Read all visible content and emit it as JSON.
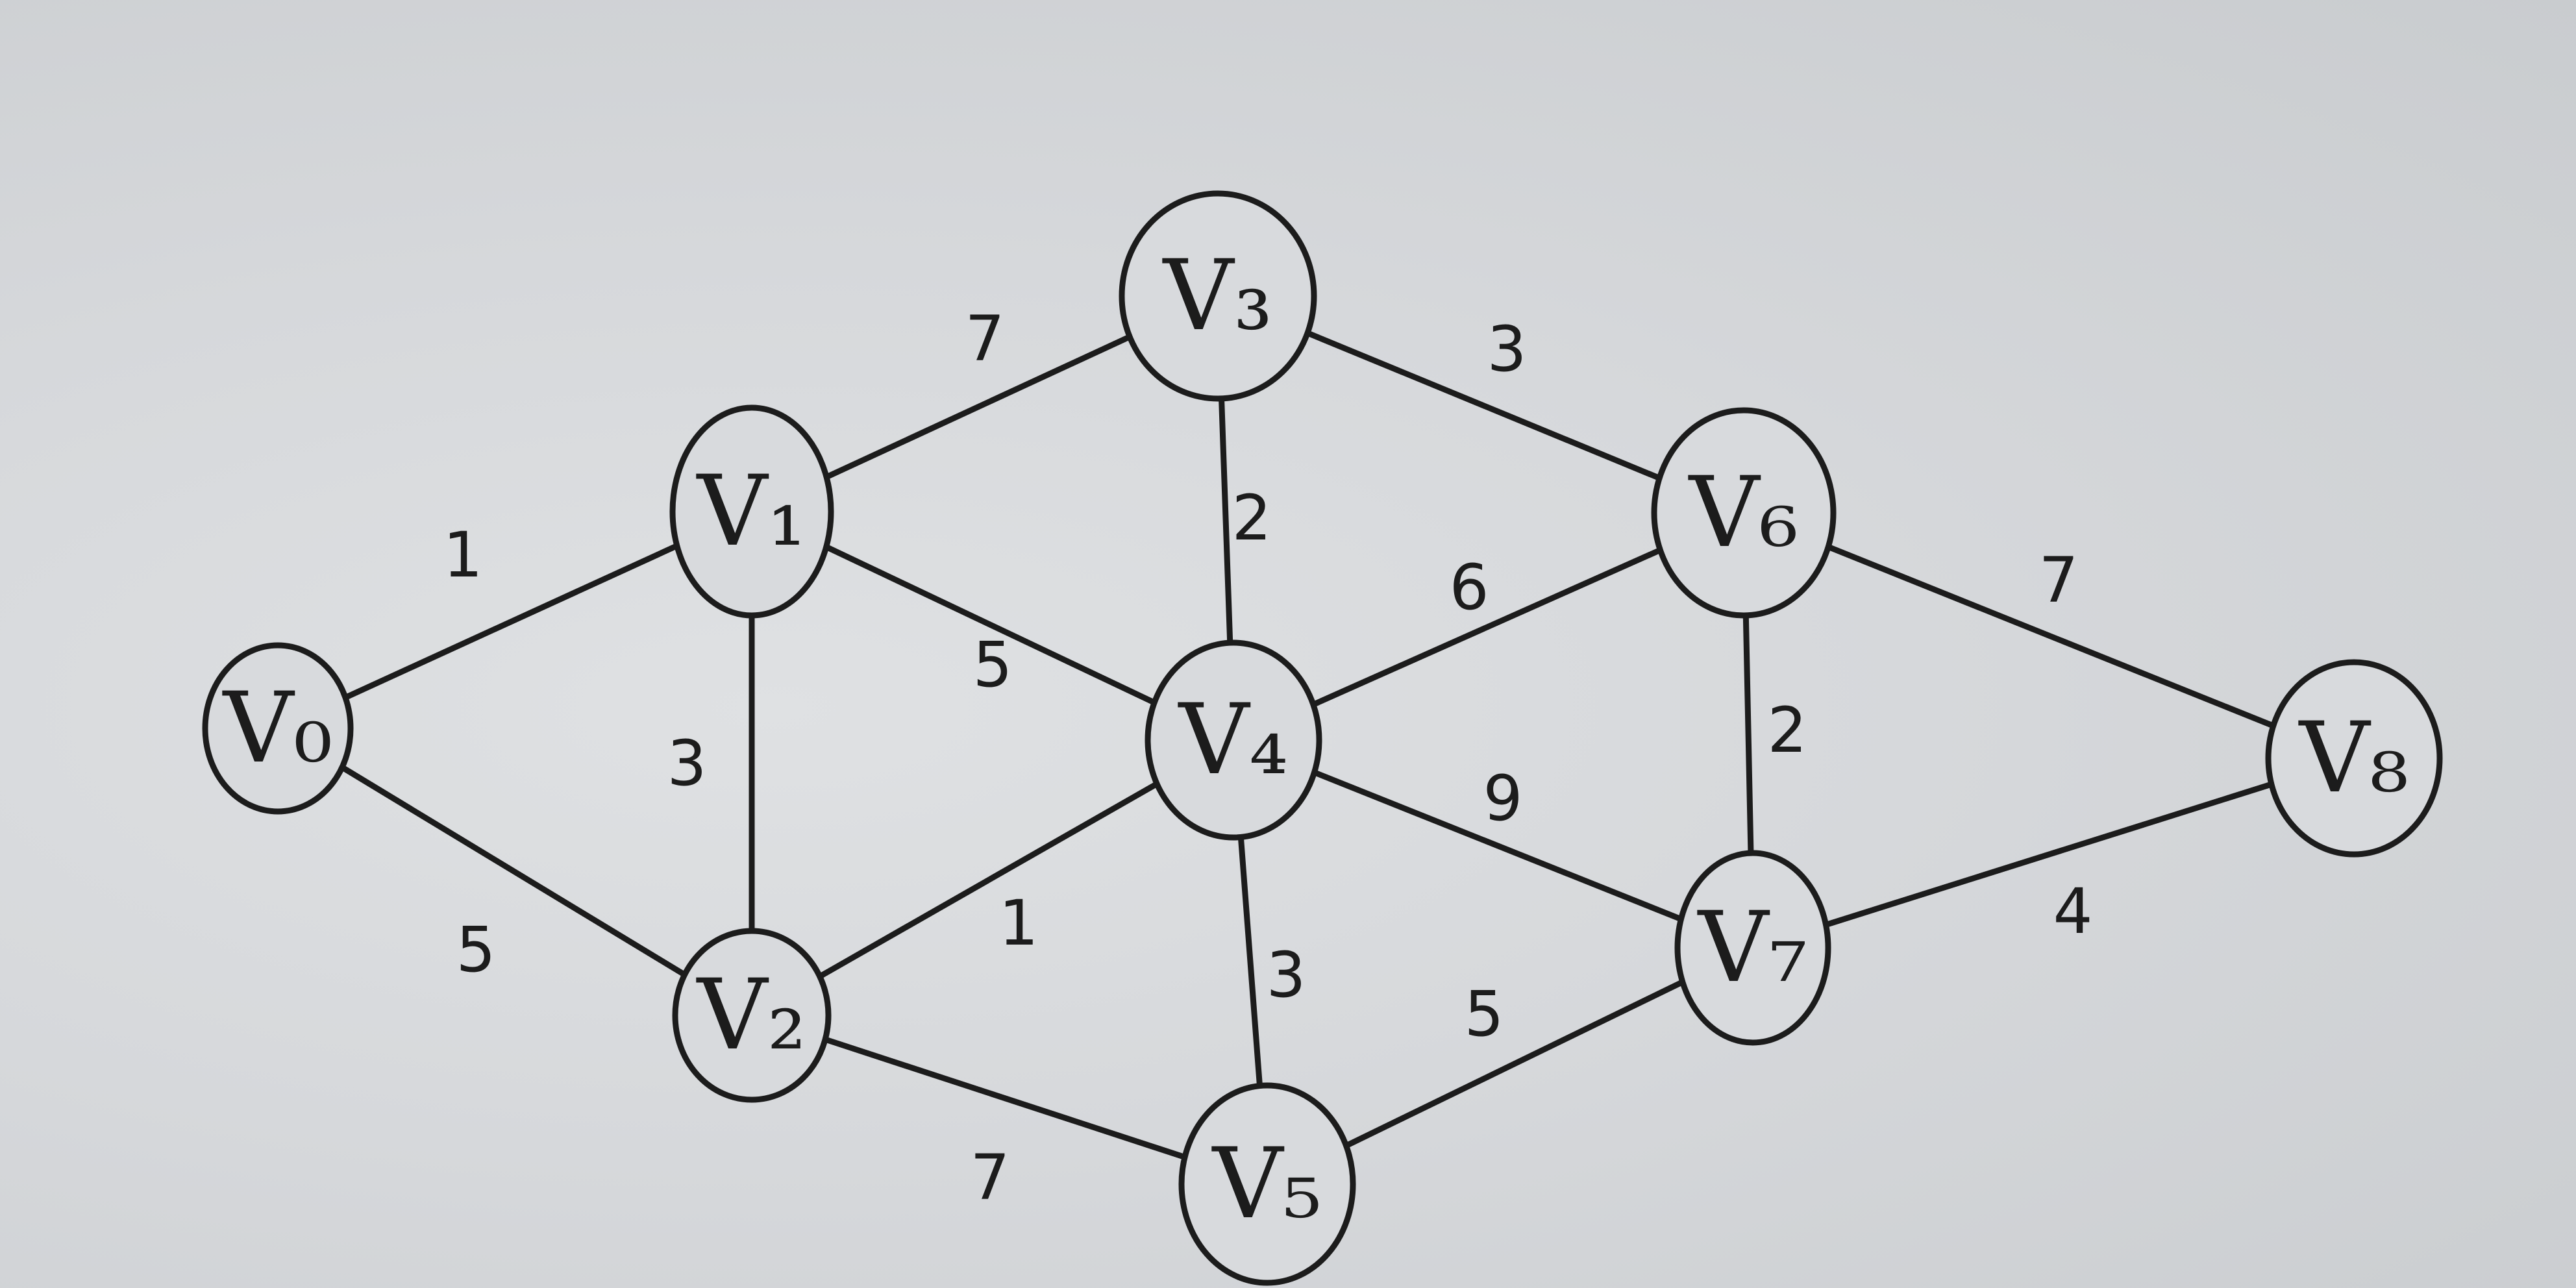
{
  "graph": {
    "nodes": [
      {
        "id": "V0",
        "label": "V₀"
      },
      {
        "id": "V1",
        "label": "V₁"
      },
      {
        "id": "V2",
        "label": "V₂"
      },
      {
        "id": "V3",
        "label": "V₃"
      },
      {
        "id": "V4",
        "label": "V₄"
      },
      {
        "id": "V5",
        "label": "V₅"
      },
      {
        "id": "V6",
        "label": "V₆"
      },
      {
        "id": "V7",
        "label": "V₇"
      },
      {
        "id": "V8",
        "label": "V₈"
      }
    ],
    "edges": [
      {
        "from": "V0",
        "to": "V1",
        "weight": "1"
      },
      {
        "from": "V0",
        "to": "V2",
        "weight": "5"
      },
      {
        "from": "V1",
        "to": "V2",
        "weight": "3"
      },
      {
        "from": "V1",
        "to": "V3",
        "weight": "7"
      },
      {
        "from": "V1",
        "to": "V4",
        "weight": "5"
      },
      {
        "from": "V2",
        "to": "V4",
        "weight": "1"
      },
      {
        "from": "V2",
        "to": "V5",
        "weight": "7"
      },
      {
        "from": "V3",
        "to": "V4",
        "weight": "2"
      },
      {
        "from": "V3",
        "to": "V6",
        "weight": "3"
      },
      {
        "from": "V4",
        "to": "V5",
        "weight": "3"
      },
      {
        "from": "V4",
        "to": "V6",
        "weight": "6"
      },
      {
        "from": "V4",
        "to": "V7",
        "weight": "9"
      },
      {
        "from": "V5",
        "to": "V7",
        "weight": "5"
      },
      {
        "from": "V6",
        "to": "V7",
        "weight": "2"
      },
      {
        "from": "V6",
        "to": "V8",
        "weight": "7"
      },
      {
        "from": "V7",
        "to": "V8",
        "weight": "4"
      }
    ]
  }
}
